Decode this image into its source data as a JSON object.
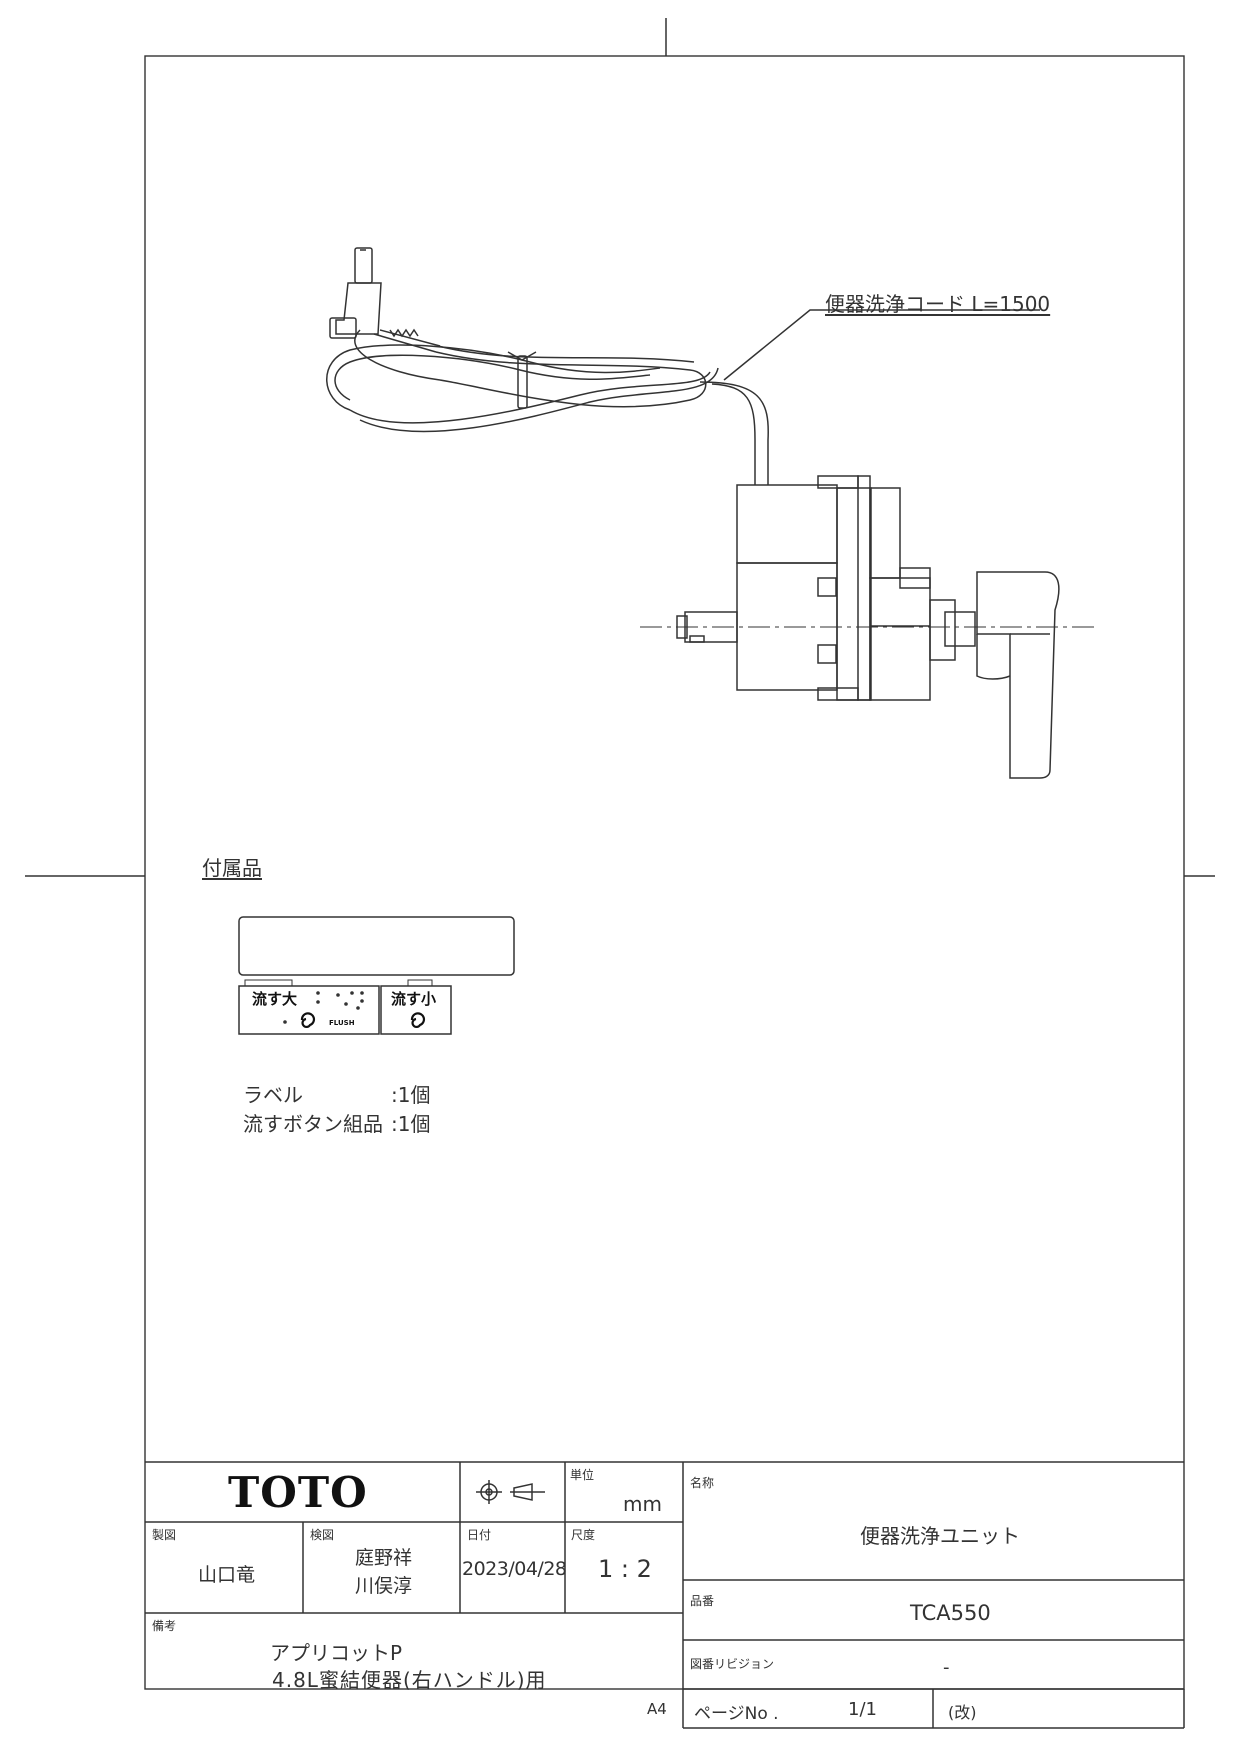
{
  "drawing": {
    "cord_label": "便器洗浄コード L=1500"
  },
  "accessories": {
    "heading": "付属品",
    "button_large_label": "流す大",
    "button_small_label": "流す小",
    "flush_text": "FLUSH",
    "list": [
      {
        "name": "ラベル",
        "qty": ":1個"
      },
      {
        "name": "流すボタン組品",
        "qty": ":1個"
      }
    ]
  },
  "title_block": {
    "logo": "TOTO",
    "unit_label": "単位",
    "unit_value": "mm",
    "designer_label": "製図",
    "designer": "山口竜",
    "checker_label": "検図",
    "checker_1": "庭野祥",
    "checker_2": "川俣淳",
    "date_label": "日付",
    "date": "2023/04/28",
    "scale_label": "尺度",
    "scale": "1 : 2",
    "name_label": "名称",
    "name": "便器洗浄ユニット",
    "part_no_label": "品番",
    "part_no": "TCA550",
    "revision_label": "図番リビジョン",
    "revision": "-",
    "remarks_label": "備考",
    "remarks_1": "アプリコットP",
    "remarks_2": "4.8L蜜結便器(右ハンドル)用",
    "paper_size": "A4",
    "page_label": "ページNo .",
    "page": "1/1",
    "page_suffix": "(改)"
  }
}
